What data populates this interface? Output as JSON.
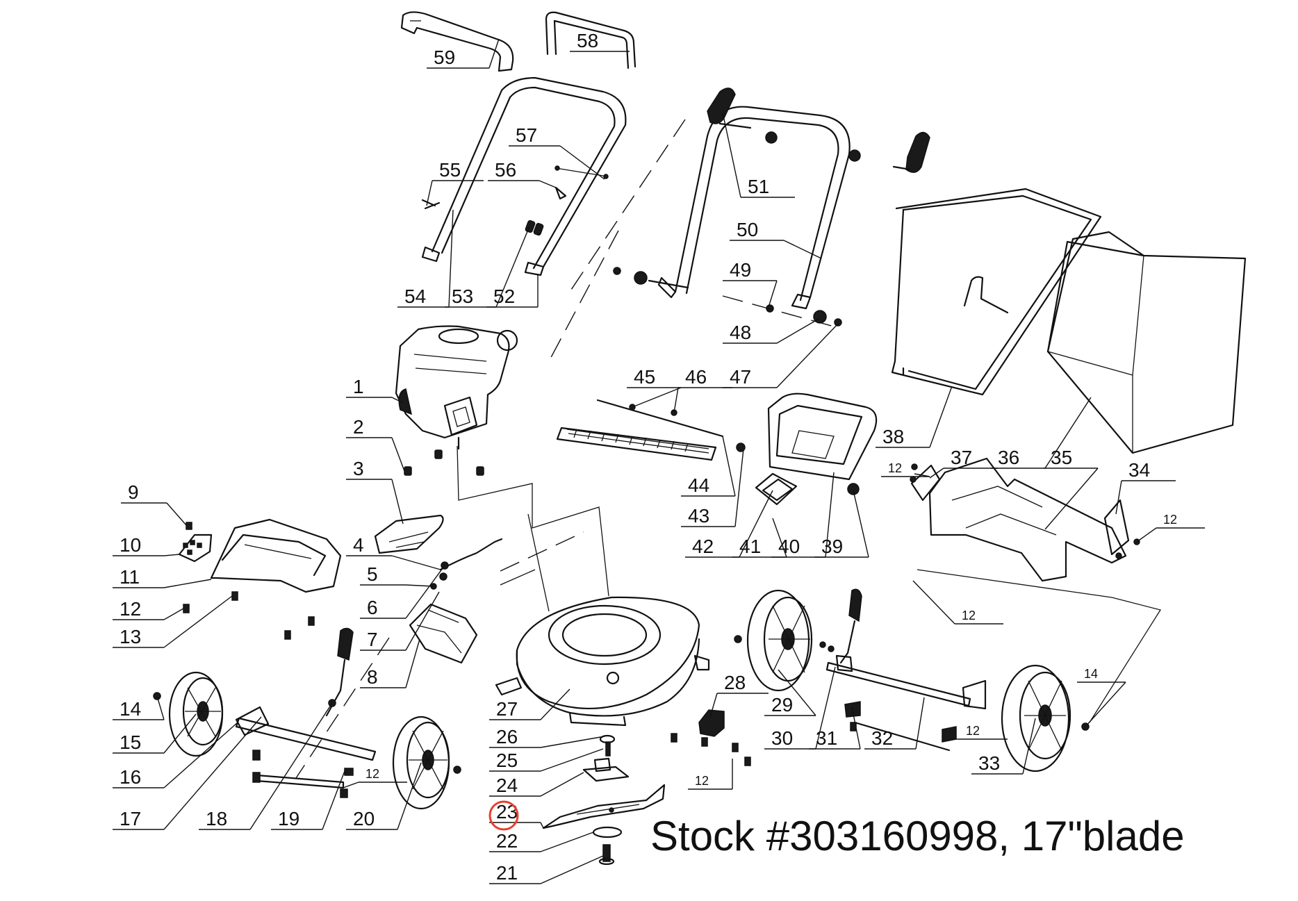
{
  "stock_note": "Stock #303160998, 17\"blade",
  "highlighted_part": "23",
  "highlight_color": "#e8402e",
  "part_labels": [
    {
      "id": "1",
      "text": "1"
    },
    {
      "id": "2",
      "text": "2"
    },
    {
      "id": "3",
      "text": "3"
    },
    {
      "id": "4",
      "text": "4"
    },
    {
      "id": "5",
      "text": "5"
    },
    {
      "id": "6",
      "text": "6"
    },
    {
      "id": "7",
      "text": "7"
    },
    {
      "id": "8",
      "text": "8"
    },
    {
      "id": "9",
      "text": "9"
    },
    {
      "id": "10",
      "text": "10"
    },
    {
      "id": "11",
      "text": "11"
    },
    {
      "id": "12a",
      "text": "12"
    },
    {
      "id": "13",
      "text": "13"
    },
    {
      "id": "14a",
      "text": "14"
    },
    {
      "id": "15",
      "text": "15"
    },
    {
      "id": "16",
      "text": "16"
    },
    {
      "id": "17",
      "text": "17"
    },
    {
      "id": "18",
      "text": "18"
    },
    {
      "id": "19",
      "text": "19"
    },
    {
      "id": "12b",
      "text": "12"
    },
    {
      "id": "20",
      "text": "20"
    },
    {
      "id": "21",
      "text": "21"
    },
    {
      "id": "22",
      "text": "22"
    },
    {
      "id": "23",
      "text": "23"
    },
    {
      "id": "24",
      "text": "24"
    },
    {
      "id": "25",
      "text": "25"
    },
    {
      "id": "26",
      "text": "26"
    },
    {
      "id": "27",
      "text": "27"
    },
    {
      "id": "28",
      "text": "28"
    },
    {
      "id": "12c",
      "text": "12"
    },
    {
      "id": "29",
      "text": "29"
    },
    {
      "id": "30",
      "text": "30"
    },
    {
      "id": "31",
      "text": "31"
    },
    {
      "id": "32",
      "text": "32"
    },
    {
      "id": "12d",
      "text": "12"
    },
    {
      "id": "33",
      "text": "33"
    },
    {
      "id": "14b",
      "text": "14"
    },
    {
      "id": "34",
      "text": "34"
    },
    {
      "id": "12e",
      "text": "12"
    },
    {
      "id": "12f",
      "text": "12"
    },
    {
      "id": "35",
      "text": "35"
    },
    {
      "id": "36",
      "text": "36"
    },
    {
      "id": "37",
      "text": "37"
    },
    {
      "id": "12g",
      "text": "12"
    },
    {
      "id": "38",
      "text": "38"
    },
    {
      "id": "39",
      "text": "39"
    },
    {
      "id": "40",
      "text": "40"
    },
    {
      "id": "41",
      "text": "41"
    },
    {
      "id": "42",
      "text": "42"
    },
    {
      "id": "43",
      "text": "43"
    },
    {
      "id": "44",
      "text": "44"
    },
    {
      "id": "45",
      "text": "45"
    },
    {
      "id": "46",
      "text": "46"
    },
    {
      "id": "47",
      "text": "47"
    },
    {
      "id": "48",
      "text": "48"
    },
    {
      "id": "49",
      "text": "49"
    },
    {
      "id": "50",
      "text": "50"
    },
    {
      "id": "51",
      "text": "51"
    },
    {
      "id": "52",
      "text": "52"
    },
    {
      "id": "53",
      "text": "53"
    },
    {
      "id": "54",
      "text": "54"
    },
    {
      "id": "55",
      "text": "55"
    },
    {
      "id": "56",
      "text": "56"
    },
    {
      "id": "57",
      "text": "57"
    },
    {
      "id": "58",
      "text": "58"
    },
    {
      "id": "59",
      "text": "59"
    }
  ]
}
